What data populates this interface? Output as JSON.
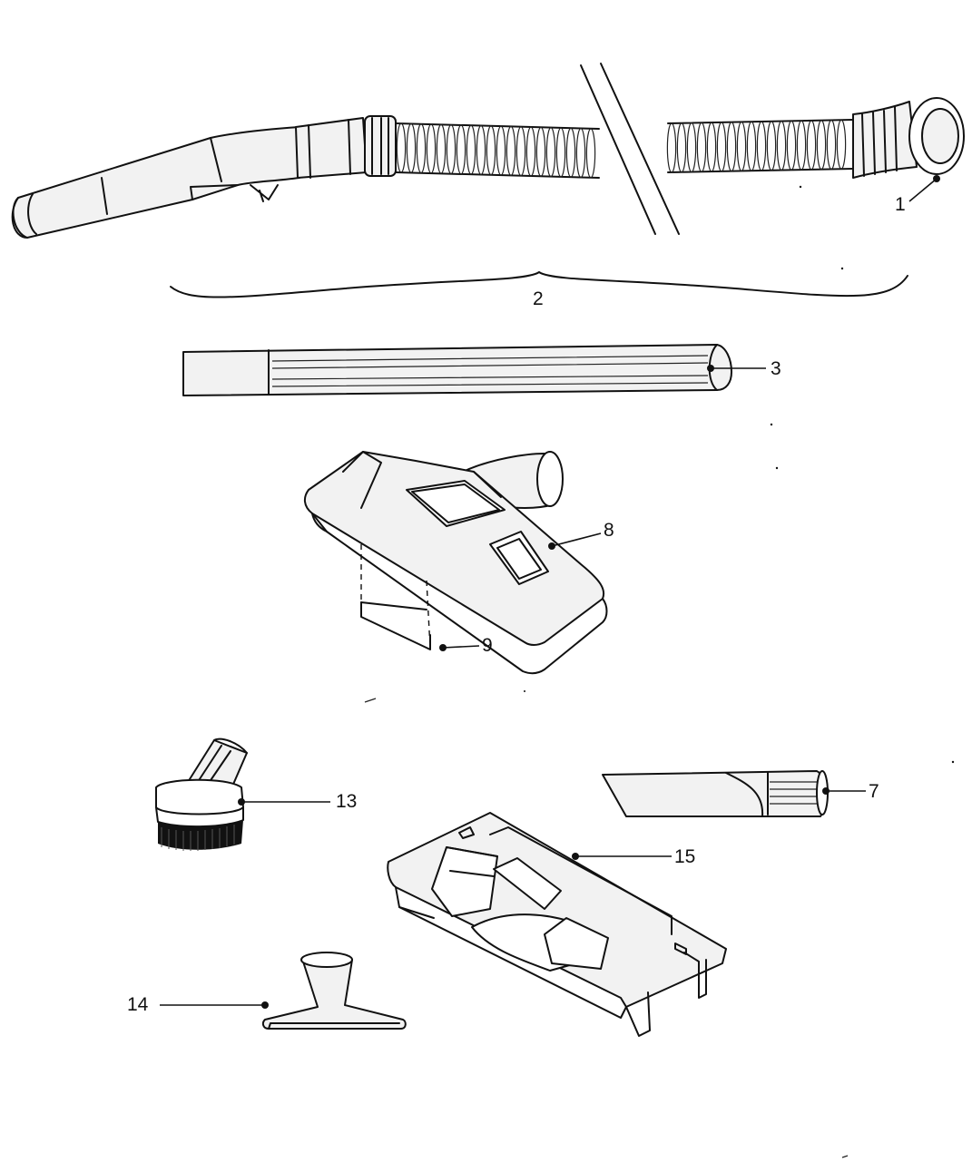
{
  "callouts": {
    "c1": "1",
    "c2": "2",
    "c3": "3",
    "c7": "7",
    "c8": "8",
    "c9": "9",
    "c13": "13",
    "c14": "14",
    "c15": "15"
  }
}
